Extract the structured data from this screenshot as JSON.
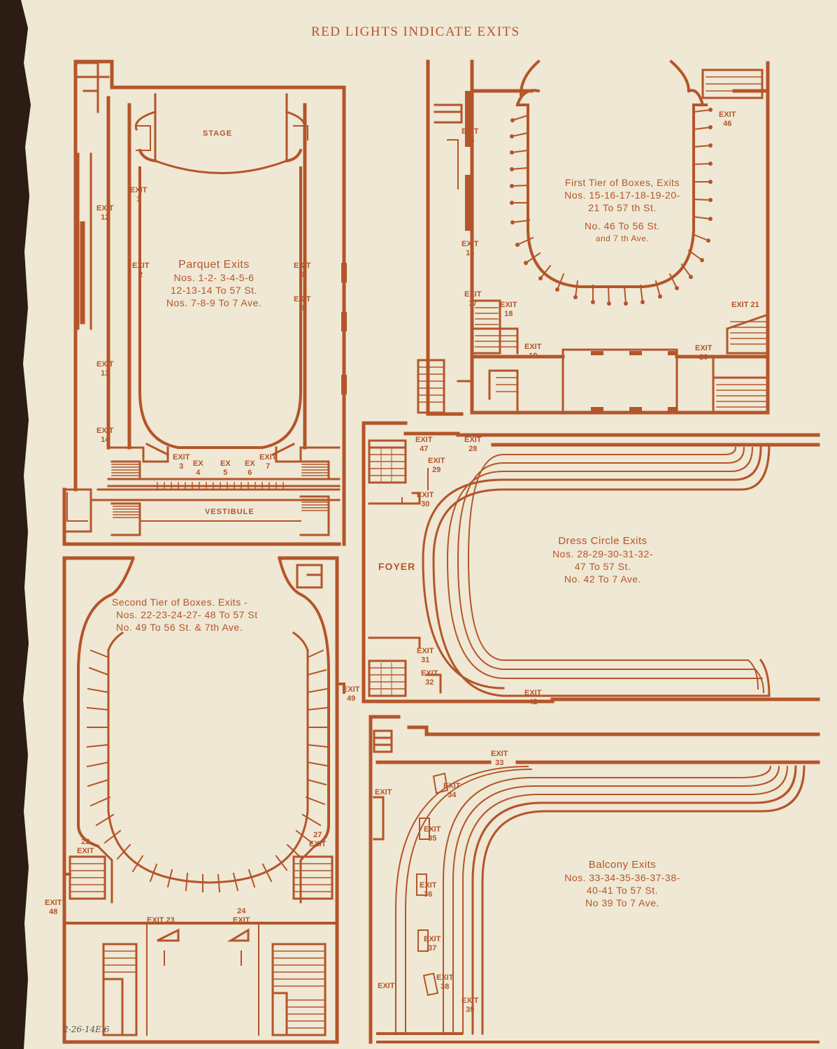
{
  "header": {
    "title": "RED LIGHTS INDICATE EXITS"
  },
  "colors": {
    "ink": "#b4552a",
    "paper": "#efe8d4"
  },
  "parquet": {
    "labels": {
      "stage": "STAGE",
      "vestibule": "VESTIBULE"
    },
    "caption": {
      "line1": "Parquet Exits",
      "line2": "Nos. 1-2- 3-4-5-6",
      "line3": "12-13-14 To 57 St.",
      "line4": "Nos. 7-8-9  To 7 Ave."
    },
    "exits": {
      "e1": "EXIT\n1",
      "e2": "EXIT\n2",
      "e3": "EXIT\n3",
      "e4": "EX\n4",
      "e5": "EX\n5",
      "e6": "EX\n6",
      "e7": "EXIT\n7",
      "e8": "EXIT\n8",
      "e9": "EXIT\n9",
      "e12": "EXIT\n12",
      "e13": "EXIT\n13",
      "e14": "EXIT\n14"
    }
  },
  "first_tier": {
    "caption": {
      "line1": "First Tier of Boxes, Exits",
      "line2": "Nos. 15-16-17-18-19-20-",
      "line3": "21 To 57 th St.",
      "line4": "No.  46 To 56 St.",
      "line5": "and 7 th Ave."
    },
    "exits": {
      "e15": "EXIT\n15",
      "e16": "EXIT\n16",
      "e17": "EXIT\n17",
      "e18": "EXIT\n18",
      "e19": "EXIT\n19",
      "e20": "EXIT\n20",
      "e21": "EXIT 21",
      "e46": "EXIT\n46"
    }
  },
  "dress_circle": {
    "labels": {
      "foyer": "FOYER"
    },
    "caption": {
      "line1": "Dress Circle Exits",
      "line2": "Nos. 28-29-30-31-32-",
      "line3": "47 To 57 St.",
      "line4": "No. 42 To 7 Ave."
    },
    "exits": {
      "e28": "EXIT\n28",
      "e29": "EXIT\n29",
      "e30": "EXIT\n30",
      "e31": "EXIT\n31",
      "e32": "EXIT\n32",
      "e42": "EXIT\n42",
      "e47": "EXIT\n47"
    }
  },
  "second_tier": {
    "caption": {
      "line1": "Second Tier of Boxes. Exits -",
      "line2": "Nos. 22-23-24-27- 48 To 57 St",
      "line3": "No.  49 To 56 St. & 7th Ave."
    },
    "exits": {
      "e22": "22\nEXIT",
      "e23": "EXIT 23",
      "e24": "24\nEXIT",
      "e27": "27\nEXIT",
      "e48": "EXIT\n48",
      "e49": "EXIT\n49"
    }
  },
  "balcony": {
    "caption": {
      "line1": "Balcony Exits",
      "line2": "Nos. 33-34-35-36-37-38-",
      "line3": "40-41 To 57 St.",
      "line4": "No 39  To 7 Ave."
    },
    "exits": {
      "e33": "EXIT\n33",
      "e34": "EXIT\n34",
      "e35": "EXIT\n35",
      "e36": "EXIT\n36",
      "e37": "EXIT\n37",
      "e38": "EXIT\n38",
      "e39": "EXIT\n39",
      "e40": "EXIT",
      "e41": "EXIT"
    }
  },
  "handwritten": {
    "note": "2-26-14E.6"
  }
}
